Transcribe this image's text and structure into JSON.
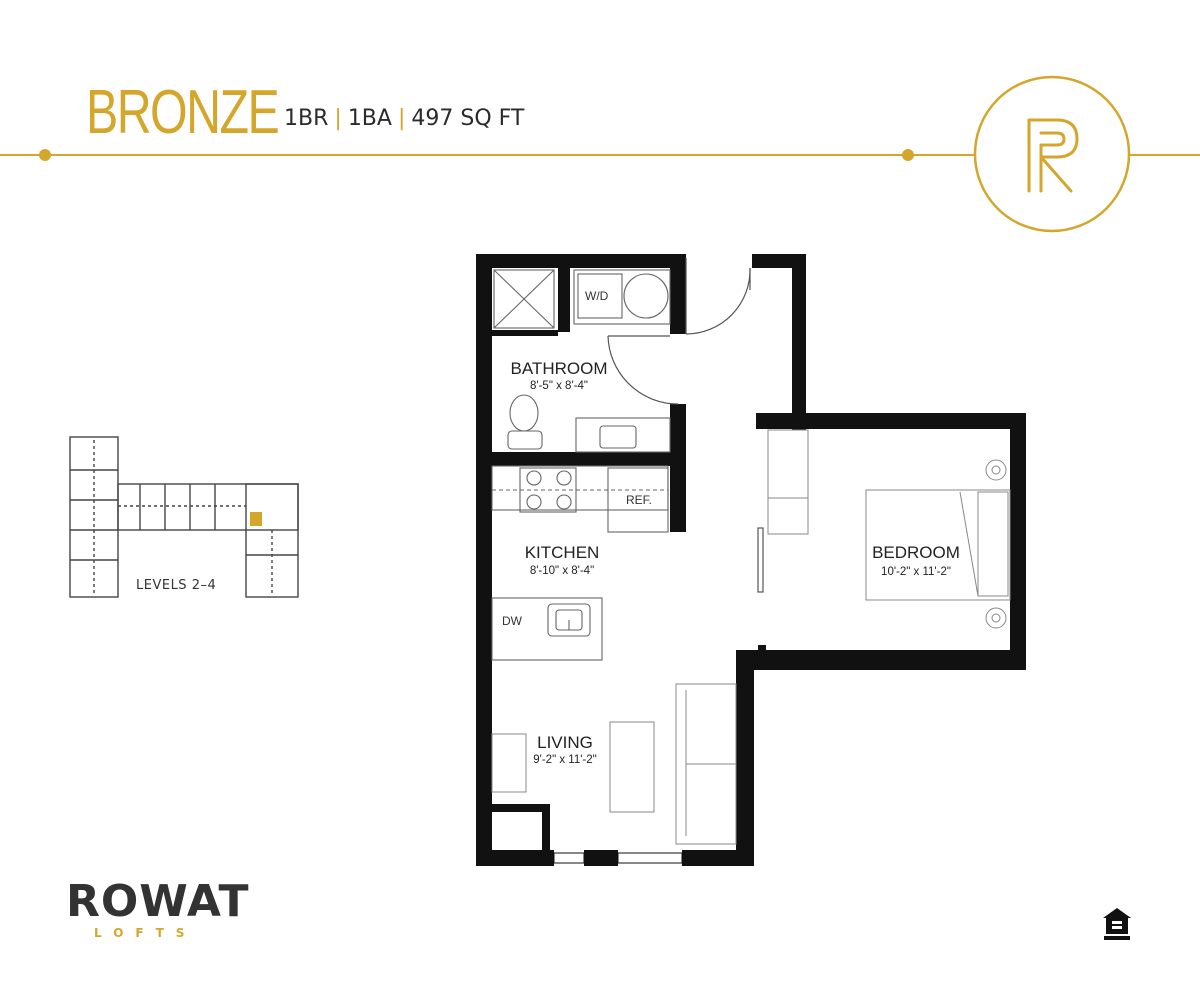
{
  "header": {
    "unit_name": "BRONZE",
    "bedrooms": "1BR",
    "bathrooms": "1BA",
    "area": "497 SQ FT",
    "separator": "|",
    "badge_letter": "R"
  },
  "rooms": {
    "bathroom": {
      "name": "BATHROOM",
      "dims": "8'-5\" x 8'-4\""
    },
    "kitchen": {
      "name": "KITCHEN",
      "dims": "8'-10\" x 8'-4\""
    },
    "bedroom": {
      "name": "BEDROOM",
      "dims": "10'-2\" x 11'-2\""
    },
    "living": {
      "name": "LIVING",
      "dims": "9'-2\" x 11'-2\""
    }
  },
  "fixtures": {
    "washer_dryer": "W/D",
    "refrigerator": "REF.",
    "dishwasher": "DW"
  },
  "key_plan": {
    "label": "LEVELS 2–4"
  },
  "brand": {
    "name": "ROWAT",
    "sub": "LOFTS"
  },
  "icons": {
    "badge": "r-monogram-icon",
    "equal_housing": "equal-housing-icon"
  },
  "colors": {
    "accent": "#d4a72c",
    "wall": "#111111",
    "text": "#2b2b2b"
  }
}
